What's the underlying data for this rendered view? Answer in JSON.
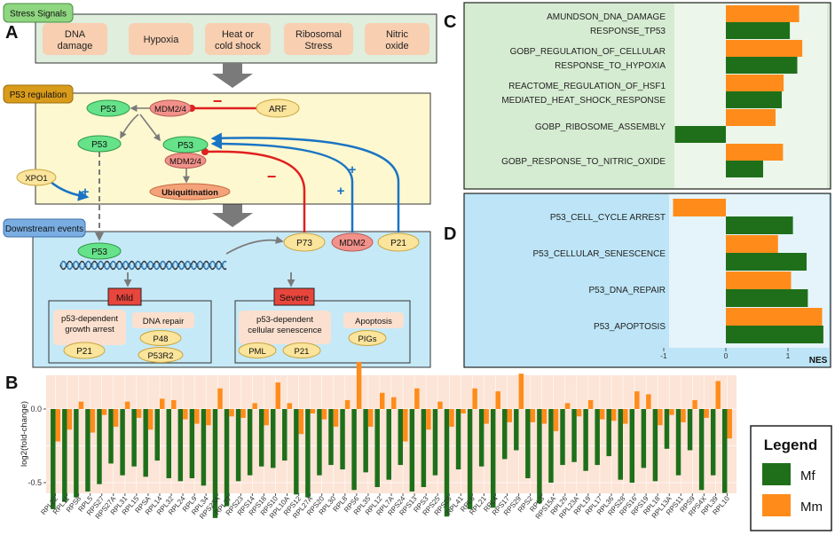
{
  "colors": {
    "mf": "#1f6f1a",
    "mm": "#ff8c1a",
    "panelC": "#d6ecd2",
    "panelD": "#bde5f7",
    "stressBox": "#dfeedd",
    "p53Box": "#fdf8cf",
    "downBox": "#c6e9f7",
    "signalBox": "#f8cfb0",
    "barPanel": "#fce4d6",
    "p53Node": "#66e28a",
    "mdmNode": "#f2918a",
    "yellowNode": "#fbe49b",
    "red": "#e02020",
    "blue": "#1a74c4",
    "arrow": "#7a7a7a"
  },
  "panel_a": {
    "letter": "A",
    "stress_tab": "Stress Signals",
    "signals": [
      "DNA\ndamage",
      "Hypoxia",
      "Heat or\ncold shock",
      "Ribosomal\nStress",
      "Nitric\noxide"
    ],
    "reg_tab": "P53 regulation",
    "nodes": {
      "p53": "P53",
      "mdm24": "MDM2/4",
      "arf": "ARF",
      "ubiq": "Ubiquitination",
      "xpo1": "XPO1",
      "p73": "P73",
      "mdm2": "MDM2",
      "p21": "P21"
    },
    "signs": {
      "minus": "−",
      "plus": "+"
    },
    "down_tab": "Downstream events",
    "mild": {
      "tag": "Mild",
      "growth": "p53-dependent\ngrowth arrest",
      "p21": "P21",
      "repair": "DNA repair",
      "p48": "P48",
      "p53r2": "P53R2"
    },
    "severe": {
      "tag": "Severe",
      "senescence": "p53-dependent\ncellular senescence",
      "pml": "PML",
      "p21": "P21",
      "apoptosis": "Apoptosis",
      "pigs": "PIGs"
    }
  },
  "panel_b": {
    "letter": "B",
    "legend_title": "Legend",
    "legend_items": [
      "Mf",
      "Mm"
    ]
  },
  "panel_c": {
    "letter": "C"
  },
  "panel_d": {
    "letter": "D"
  },
  "chart_data": [
    {
      "type": "bar",
      "panel": "C",
      "categories": [
        "AMUNDSON_DNA_DAMAGE\nRESPONSE_TP53",
        "GOBP_REGULATION_OF_CELLULAR\nRESPONSE_TO_HYPOXIA",
        "REACTOME_REGULATION_OF_HSF1\nMEDIATED_HEAT_SHOCK_RESPONSE",
        "GOBP_RIBOSOME_ASSEMBLY",
        "GOBP_RESPONSE_TO_NITRIC_OXIDE"
      ],
      "series": [
        {
          "name": "Mm",
          "values": [
            1.18,
            1.23,
            0.93,
            0.8,
            0.92
          ]
        },
        {
          "name": "Mf",
          "values": [
            1.03,
            1.15,
            0.9,
            -0.82,
            0.6
          ]
        }
      ],
      "xlim": [
        -1,
        1.6
      ]
    },
    {
      "type": "bar",
      "panel": "D",
      "categories": [
        "P53_CELL_CYCLE ARREST",
        "P53_CELLULAR_SENESCENCE",
        "P53_DNA_REPAIR",
        "P53_APOPTOSIS"
      ],
      "series": [
        {
          "name": "Mm",
          "values": [
            -0.85,
            0.84,
            1.05,
            1.55
          ]
        },
        {
          "name": "Mf",
          "values": [
            1.08,
            1.3,
            1.32,
            1.57
          ]
        }
      ],
      "xlim": [
        -1,
        1.6
      ],
      "xticks": [
        "-1",
        "0",
        "1"
      ],
      "xlabel": "NES"
    },
    {
      "type": "bar",
      "panel": "B",
      "ylabel": "log2(fold-change)",
      "yticks": [
        "0.0",
        "-0.5"
      ],
      "ylim": [
        -0.85,
        0.35
      ],
      "categories": [
        "RPL22",
        "RPL11",
        "RPS8",
        "RPL5",
        "RPS27",
        "RPS27A",
        "RPL31",
        "RPL15",
        "RPSA",
        "RPL14",
        "RPL32",
        "RPL24",
        "RPL9",
        "RPL34",
        "RPS23A",
        "RPL37",
        "RPS23",
        "RPS14",
        "RPS18",
        "RPS10",
        "RPL10A",
        "RPS12",
        "RPL27A",
        "RPS20",
        "RPL30",
        "RPL8",
        "RPS6",
        "RPL35",
        "RPL12",
        "RPL7A",
        "RPS24",
        "RPS13",
        "RPS3",
        "RPS25",
        "RPS26",
        "RPL41",
        "RPL6",
        "RPL21",
        "RPL4",
        "RPS17",
        "RPS29",
        "RPS2",
        "RPL3",
        "RPS15A",
        "RPL26",
        "RPL23A",
        "RPL19",
        "RPL17",
        "RPL36",
        "RPS28",
        "RPS16",
        "RPS19",
        "RPL18",
        "RPL13A",
        "RPS11",
        "RPS9",
        "RPS4X",
        "RPL39",
        "RPL10"
      ],
      "series": [
        {
          "name": "Mf",
          "values": [
            -0.68,
            -0.63,
            -0.6,
            -0.56,
            -0.51,
            -0.37,
            -0.45,
            -0.39,
            -0.46,
            -0.35,
            -0.47,
            -0.49,
            -0.47,
            -0.52,
            -0.74,
            -0.66,
            -0.49,
            -0.45,
            -0.39,
            -0.4,
            -0.35,
            -0.58,
            -0.6,
            -0.45,
            -0.38,
            -0.41,
            -0.55,
            -0.43,
            -0.53,
            -0.48,
            -0.38,
            -0.56,
            -0.53,
            -0.45,
            -0.73,
            -0.41,
            -0.68,
            -0.39,
            -0.67,
            -0.34,
            -0.28,
            -0.47,
            -0.64,
            -0.5,
            -0.38,
            -0.36,
            -0.42,
            -0.38,
            -0.32,
            -0.48,
            -0.5,
            -0.4,
            -0.49,
            -0.27,
            -0.45,
            -0.28,
            -0.55,
            -0.45,
            -0.57
          ]
        },
        {
          "name": "Mm",
          "values": [
            -0.22,
            -0.14,
            0.05,
            -0.16,
            -0.04,
            -0.12,
            0.05,
            -0.06,
            -0.14,
            0.07,
            0.06,
            -0.07,
            -0.1,
            -0.11,
            0.14,
            -0.05,
            -0.06,
            0.04,
            -0.11,
            0.18,
            0.04,
            -0.17,
            -0.03,
            -0.07,
            -0.12,
            0.06,
            0.32,
            -0.12,
            0.11,
            0.08,
            -0.22,
            0.14,
            -0.14,
            0.05,
            -0.12,
            -0.03,
            0.14,
            -0.1,
            0.12,
            -0.09,
            0.24,
            -0.09,
            -0.1,
            -0.15,
            0.04,
            -0.05,
            0.06,
            -0.07,
            -0.08,
            -0.1,
            0.12,
            0.1,
            -0.11,
            -0.04,
            -0.09,
            0.06,
            -0.06,
            0.19,
            -0.2
          ]
        }
      ]
    }
  ]
}
